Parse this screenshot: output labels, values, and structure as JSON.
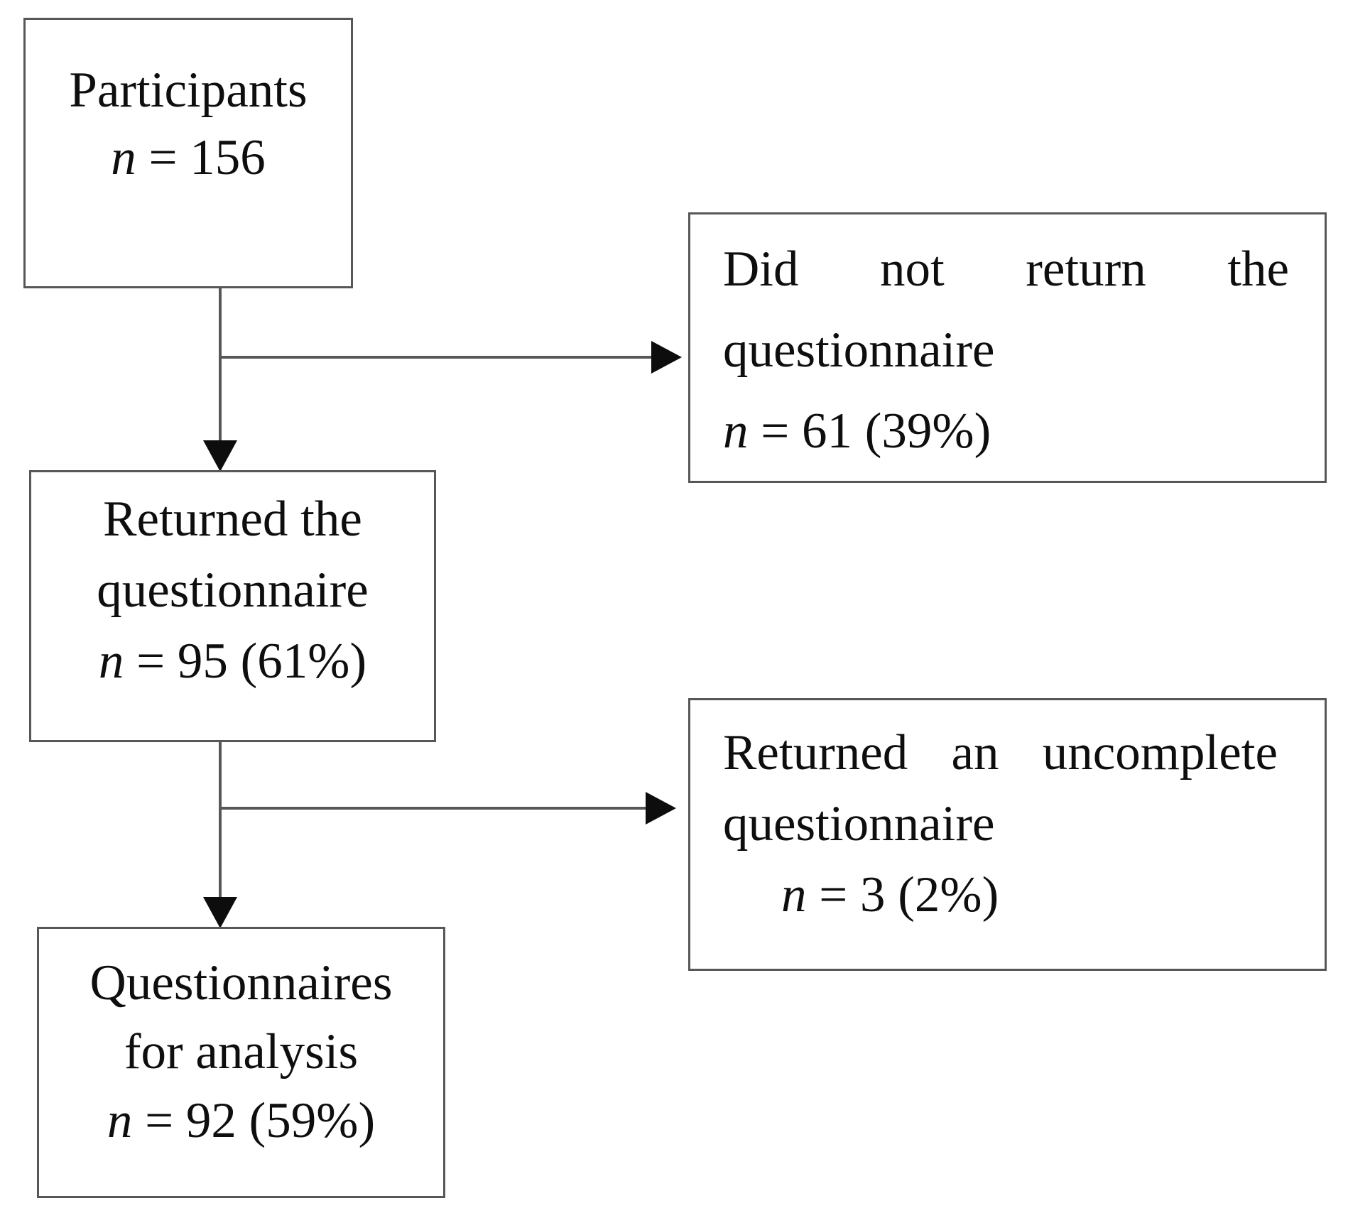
{
  "figure": {
    "type": "participant-flow-diagram",
    "colors": {
      "background": "#ffffff",
      "border": "#575757",
      "connector_line": "#575757",
      "arrowhead": "#0d0d0d",
      "text": "#0e0e0e"
    },
    "boxes": {
      "participants": {
        "line1": "Participants",
        "n_var": "n",
        "n_rest": " = 156"
      },
      "not_returned": {
        "line1": "Did not return the",
        "line2": "questionnaire",
        "n_var": "n",
        "n_rest": " = 61 (39%)"
      },
      "returned": {
        "line1": "Returned the",
        "line2": "questionnaire",
        "n_var": "n",
        "n_rest": " = 95 (61%)"
      },
      "uncomplete": {
        "line1": "Returned an uncomplete",
        "line2": "questionnaire",
        "n_var": "n",
        "n_rest": " = 3 (2%)"
      },
      "analysis": {
        "line1": "Questionnaires",
        "line2": "for analysis",
        "n_var": "n",
        "n_rest": " = 92 (59%)"
      }
    }
  }
}
